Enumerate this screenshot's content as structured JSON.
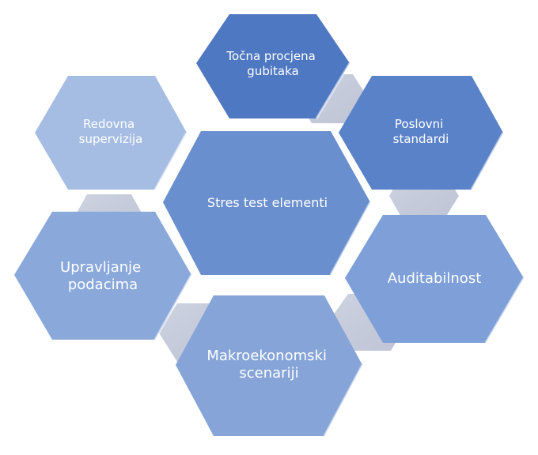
{
  "center": {
    "label": "Stres test elementi"
  },
  "nodes": [
    {
      "id": "tocna",
      "lines": [
        "Točna procjena",
        "gubitaka"
      ]
    },
    {
      "id": "poslovni",
      "lines": [
        "Poslovni",
        "standardi"
      ]
    },
    {
      "id": "auditabilnost",
      "lines": [
        "Auditabilnost"
      ]
    },
    {
      "id": "makro",
      "lines": [
        "Makroekonomski",
        "scenariji"
      ]
    },
    {
      "id": "upravljanje",
      "lines": [
        "Upravljanje",
        "podacima"
      ]
    },
    {
      "id": "redovna",
      "lines": [
        "Redovna",
        "supervizija"
      ]
    }
  ],
  "colors": {
    "center": "#6a8fce",
    "tocna": "#4f78c2",
    "poslovni": "#5a82c8",
    "auditabilnost": "#7e9fd8",
    "makro": "#86a4d8",
    "upravljanje": "#8aa8da",
    "redovna": "#a5bde3",
    "connector": "#b8c0d6",
    "text": "#ffffff"
  }
}
